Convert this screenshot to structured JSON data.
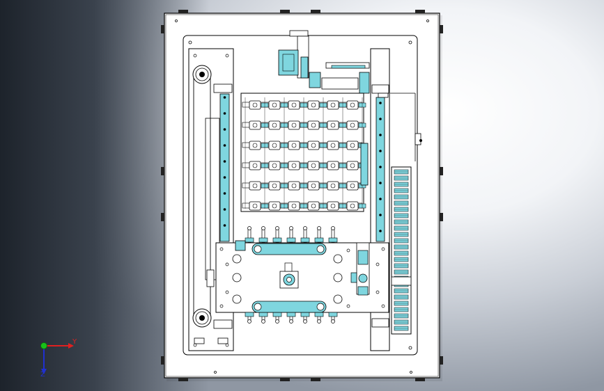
{
  "triad": {
    "y_label": "Y",
    "z_label": "Z"
  },
  "colors": {
    "line": "#000000",
    "cyan": "#7fd6df",
    "triad_x": "#e02020",
    "triad_y": "#2030d0",
    "triad_origin": "#19c019"
  },
  "tray": {
    "rows": 6,
    "cols": 6
  }
}
